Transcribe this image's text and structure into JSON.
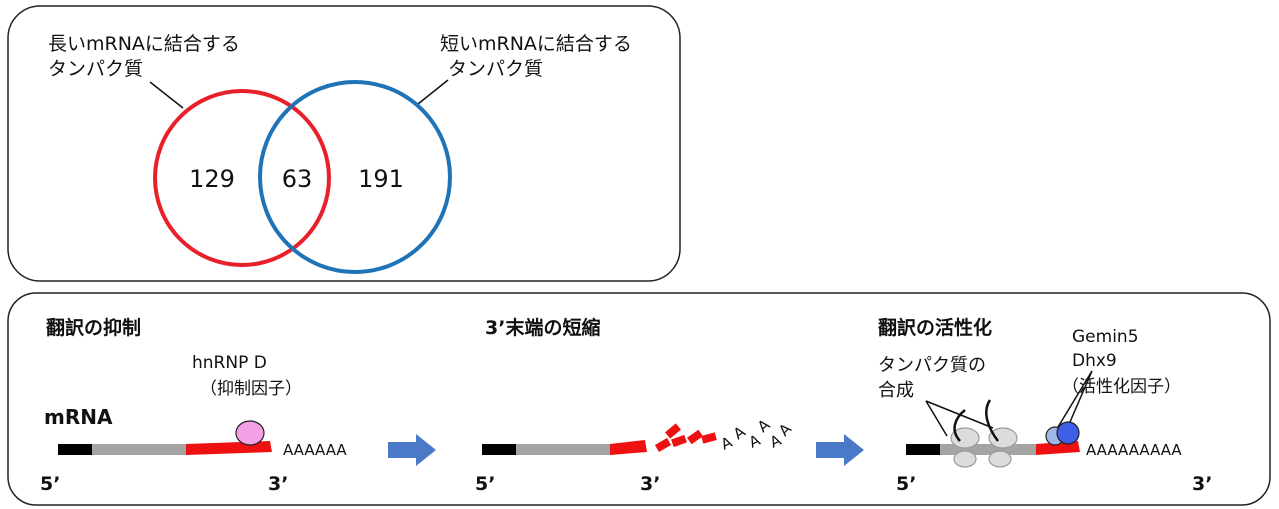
{
  "venn": {
    "left_label_line1": "長いmRNAに結合する",
    "left_label_line2": "タンパク質",
    "right_label_line1": "短いmRNAに結合する",
    "right_label_line2": "タンパク質",
    "left_only": "129",
    "overlap": "63",
    "right_only": "191"
  },
  "panels": [
    {
      "title": "翻訳の抑制"
    },
    {
      "title": "3’末端の短縮"
    },
    {
      "title": "翻訳の活性化"
    }
  ],
  "labels": {
    "mrna": "mRNA",
    "five_prime": "5’",
    "three_prime": "3’",
    "polyA_long": "AAAAAAAAA",
    "polyA_short": "AAAAAA",
    "polyA_letter": "A",
    "repressor_name": "hnRNP D",
    "repressor_role": "（抑制因子）",
    "activator_name1": "Gemin5",
    "activator_name2": "Dhx9",
    "activator_role": "（活性化因子）",
    "synthesis_line1": "タンパク質の",
    "synthesis_line2": "合成"
  },
  "colors": {
    "left_circle": "#e8202a",
    "right_circle": "#1f73b7",
    "utr_red": "#ee1111",
    "mrna_gray": "#a6a3a3",
    "cap_black": "#000000",
    "arrow_blue": "#4a79c7",
    "repressor_pink": "#f4a0e6",
    "activator_blue": "#3d5fe6",
    "activator_lightblue": "#9fb7e6"
  },
  "icons": [
    "ribosome-icon",
    "blue-arrow-icon"
  ]
}
